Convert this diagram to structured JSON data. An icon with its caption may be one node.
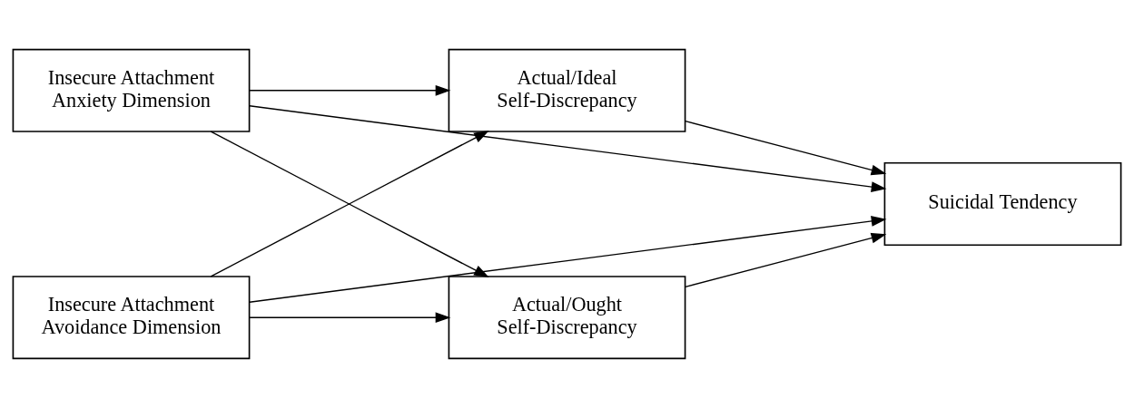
{
  "diagram": {
    "nodes": [
      {
        "text": [
          "Insecure Attachment Anxiety Dimension"
        ]
      },
      {
        "text": [
          "Actual/Ideal Self-Discrepancy"
        ]
      },
      {
        "text": [
          "Suicidal Tendency"
        ]
      },
      {
        "text": [
          "Insecure Attachment Avoidance Dimension"
        ]
      },
      {
        "text": [
          "Actual/Ought Self-Discrepancy"
        ]
      }
    ],
    "edges": [
      {
        "from": 0,
        "to": 1,
        "arrow": "to"
      },
      {
        "from": 0,
        "to": 2,
        "arrow": "to"
      },
      {
        "from": 0,
        "to": 4,
        "arrow": "to"
      },
      {
        "from": 3,
        "to": 1,
        "arrow": "to"
      },
      {
        "from": 3,
        "to": 2,
        "arrow": "to"
      },
      {
        "from": 3,
        "to": 4,
        "arrow": "to"
      },
      {
        "from": 1,
        "to": 2,
        "arrow": "to"
      },
      {
        "from": 4,
        "to": 2,
        "arrow": "to"
      }
    ]
  }
}
